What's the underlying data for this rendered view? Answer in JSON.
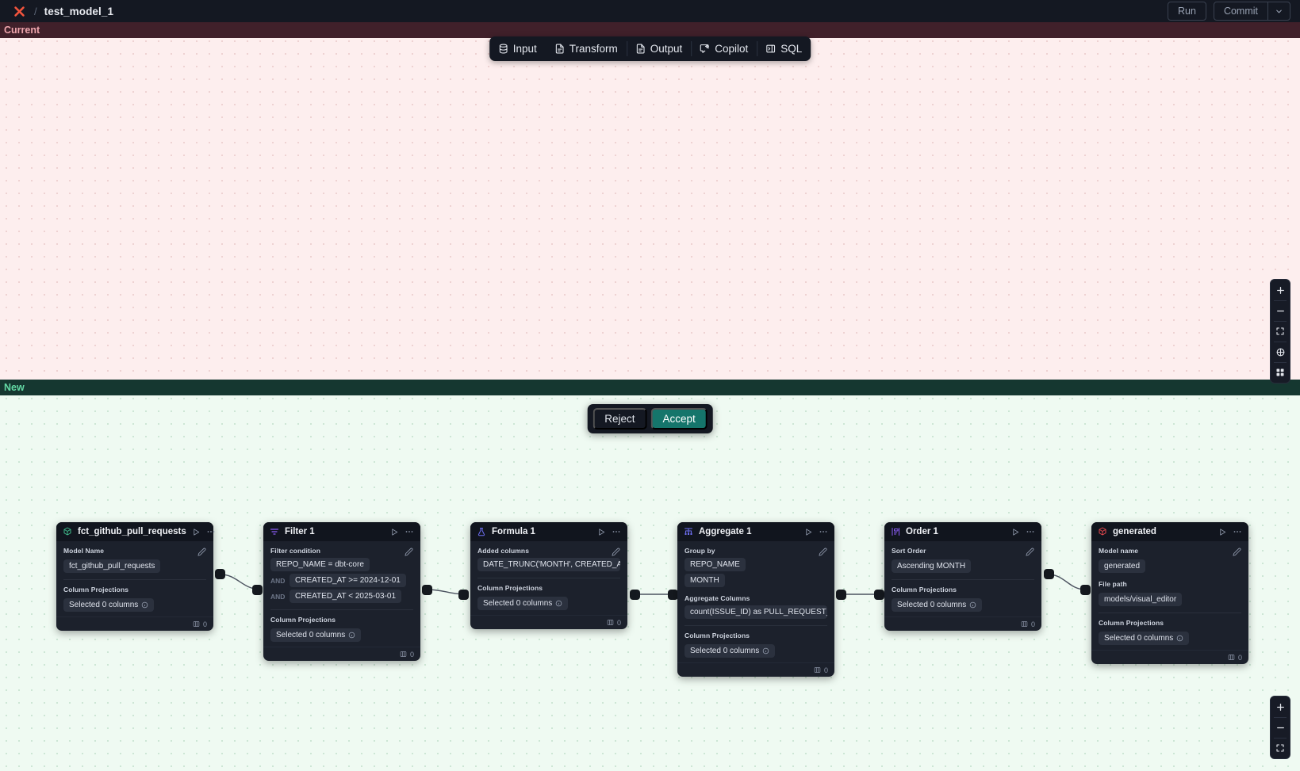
{
  "topbar": {
    "logo_icon": "app-logo-icon",
    "separator": "/",
    "title": "test_model_1",
    "run_label": "Run",
    "commit_label": "Commit",
    "caret_icon": "chevron-down-icon"
  },
  "toolbar": {
    "items": [
      {
        "label": "Input",
        "icon": "database-icon"
      },
      {
        "label": "Transform",
        "icon": "document-icon"
      },
      {
        "label": "Output",
        "icon": "document-icon"
      },
      {
        "label": "Copilot",
        "icon": "copilot-sparkle-icon"
      },
      {
        "label": "SQL",
        "icon": "sql-panel-icon"
      }
    ]
  },
  "panels": {
    "current_label": "Current",
    "new_label": "New"
  },
  "review": {
    "reject_label": "Reject",
    "accept_label": "Accept"
  },
  "zoom_controls": {
    "top": [
      "zoom-in-icon",
      "zoom-out-icon",
      "fit-view-icon",
      "recenter-icon",
      "grid-icon"
    ],
    "bottom": [
      "zoom-in-icon",
      "zoom-out-icon",
      "fit-view-icon"
    ]
  },
  "nodes": [
    {
      "id": "fct_github_pull_requests",
      "icon": "model-cube-icon",
      "title": "fct_github_pull_requests",
      "run_icon": "play-icon",
      "more_icon": "more-horizontal-icon",
      "fields": [
        {
          "label": "Model Name",
          "values": [
            "fct_github_pull_requests"
          ],
          "editable": true
        },
        {
          "label": "Column Projections",
          "values": [
            "Selected 0 columns"
          ],
          "info": true
        }
      ],
      "footer_count": "0",
      "footer_icon": "columns-icon"
    },
    {
      "id": "filter_1",
      "icon": "filter-icon",
      "title": "Filter 1",
      "run_icon": "play-icon",
      "more_icon": "more-horizontal-icon",
      "fields": [
        {
          "label": "Filter condition",
          "editable": true,
          "conditions": [
            {
              "conj": "",
              "text": "REPO_NAME = dbt-core"
            },
            {
              "conj": "AND",
              "text": "CREATED_AT >= 2024-12-01"
            },
            {
              "conj": "AND",
              "text": "CREATED_AT < 2025-03-01"
            }
          ]
        },
        {
          "label": "Column Projections",
          "values": [
            "Selected 0 columns"
          ],
          "info": true
        }
      ],
      "footer_count": "0",
      "footer_icon": "columns-icon"
    },
    {
      "id": "formula_1",
      "icon": "formula-flask-icon",
      "title": "Formula 1",
      "run_icon": "play-icon",
      "more_icon": "more-horizontal-icon",
      "fields": [
        {
          "label": "Added columns",
          "values": [
            "DATE_TRUNC('MONTH', CREATED_AT..."
          ],
          "editable": true
        },
        {
          "label": "Column Projections",
          "values": [
            "Selected 0 columns"
          ],
          "info": true
        }
      ],
      "footer_count": "0",
      "footer_icon": "columns-icon"
    },
    {
      "id": "aggregate_1",
      "icon": "aggregate-icon",
      "title": "Aggregate 1",
      "run_icon": "play-icon",
      "more_icon": "more-horizontal-icon",
      "fields": [
        {
          "label": "Group by",
          "values": [
            "REPO_NAME",
            "MONTH"
          ],
          "editable": true
        },
        {
          "label": "Aggregate Columns",
          "values": [
            "count(ISSUE_ID) as PULL_REQUEST_..."
          ]
        },
        {
          "label": "Column Projections",
          "values": [
            "Selected 0 columns"
          ],
          "info": true
        }
      ],
      "footer_count": "0",
      "footer_icon": "columns-icon"
    },
    {
      "id": "order_1",
      "icon": "order-sort-icon",
      "title": "Order 1",
      "run_icon": "play-icon",
      "more_icon": "more-horizontal-icon",
      "fields": [
        {
          "label": "Sort Order",
          "values": [
            "Ascending MONTH"
          ],
          "editable": true
        },
        {
          "label": "Column Projections",
          "values": [
            "Selected 0 columns"
          ],
          "info": true
        }
      ],
      "footer_count": "0",
      "footer_icon": "columns-icon"
    },
    {
      "id": "generated",
      "icon": "output-cube-icon",
      "title": "generated",
      "run_icon": "play-icon",
      "more_icon": "more-horizontal-icon",
      "fields": [
        {
          "label": "Model name",
          "values": [
            "generated"
          ],
          "editable": true
        },
        {
          "label": "File path",
          "values": [
            "models/visual_editor"
          ]
        },
        {
          "label": "Column Projections",
          "values": [
            "Selected 0 columns"
          ],
          "info": true
        }
      ],
      "footer_count": "0",
      "footer_icon": "columns-icon"
    }
  ],
  "colors": {
    "accent_green": "#15756b",
    "current_band": "#40202a",
    "new_band": "#153730",
    "logo_red": "#f2543d"
  }
}
